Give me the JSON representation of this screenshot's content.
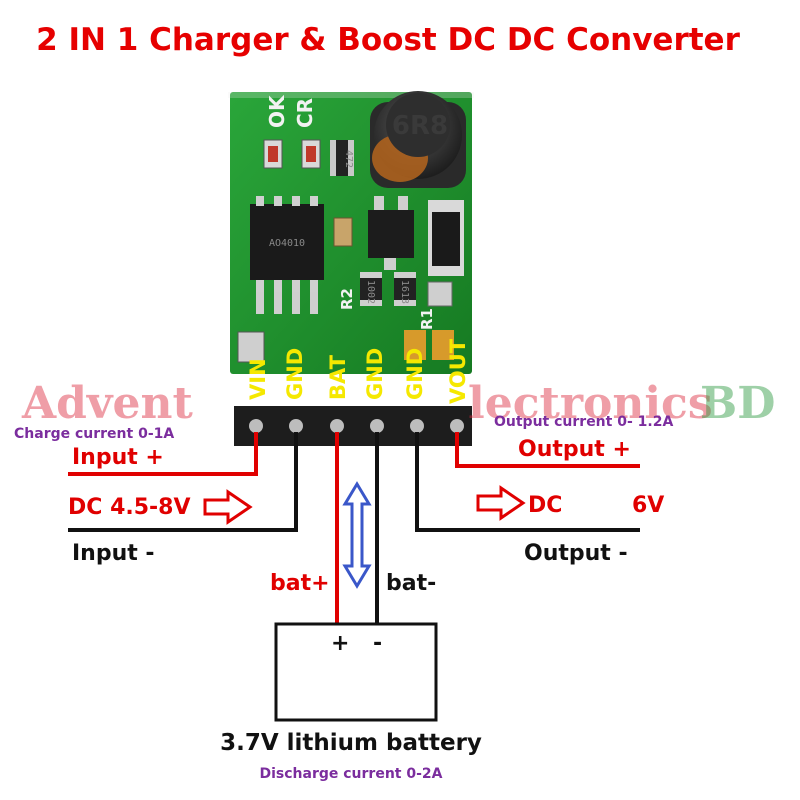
{
  "title": "2 IN 1 Charger & Boost DC DC Converter",
  "board": {
    "silkscreen_ok": "OK",
    "silkscreen_cr": "CR",
    "silkscreen_r2": "R2",
    "silkscreen_r1": "R1",
    "inductor_marking": "6R8",
    "resistor_marking": "472",
    "resistor2_marking": "1002",
    "resistor3_marking": "1613",
    "chip_marking": "AO4010",
    "pins": [
      "VIN",
      "GND",
      "BAT",
      "GND",
      "GND",
      "VOUT"
    ]
  },
  "labels": {
    "charge_current": "Charge current 0-1A",
    "output_current": "Output current 0- 1.2A",
    "input_plus": "Input +",
    "dc_in": "DC 4.5-8V",
    "input_minus": "Input -",
    "output_plus": "Output +",
    "dc_out": "DC",
    "dc_out_voltage": "6V",
    "output_minus": "Output -",
    "bat_plus": "bat+",
    "bat_minus": "bat-",
    "battery_plus_sign": "+",
    "battery_minus_sign": "-",
    "battery_name": "3.7V lithium battery",
    "discharge_current": "Discharge current 0-2A"
  },
  "watermark": {
    "part1": "Advent",
    "part2": "lectronics",
    "part3": "BD"
  },
  "colors": {
    "title": "#e60000",
    "positive_wire": "#e00000",
    "negative_wire": "#111111",
    "pcb": "#1c8f2a",
    "pin_label": "#f5e800",
    "note": "#7b2d9e",
    "bidirectional_arrow": "#3a57c9"
  }
}
